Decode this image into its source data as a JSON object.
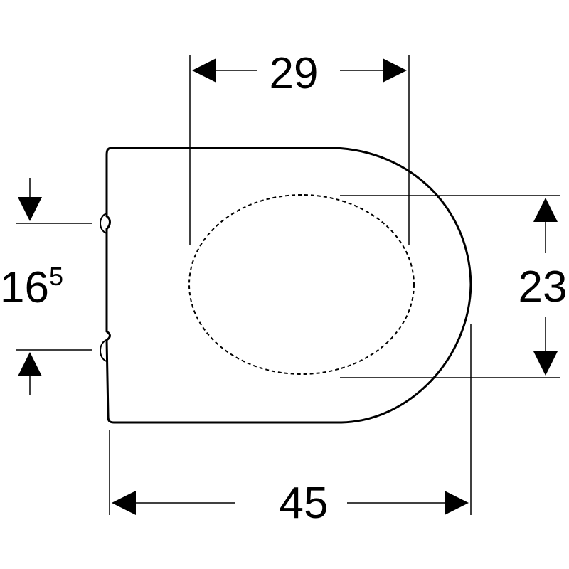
{
  "dimensions": {
    "top_width": "29",
    "right_height": "23",
    "bottom_width": "45",
    "left_spacing_main": "16",
    "left_spacing_sup": "5"
  },
  "colors": {
    "line": "#000000",
    "background": "#ffffff"
  }
}
